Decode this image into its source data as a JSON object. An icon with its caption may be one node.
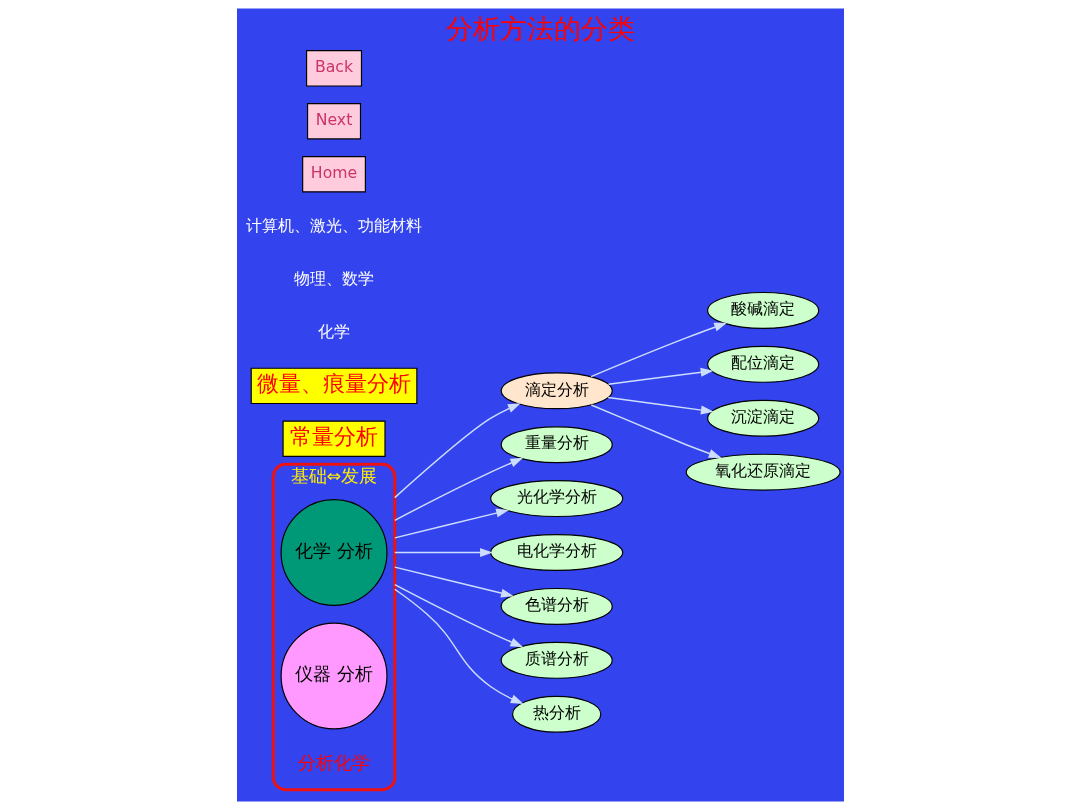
{
  "diagram": {
    "title": "分析方法的分类",
    "nodes": [
      {
        "text": [
          "基础⇔发展",
          "分析化学"
        ]
      },
      {
        "text": [
          "化学 分析"
        ],
        "in": 0
      },
      {
        "text": [
          "仪器 分析"
        ],
        "in": 0
      },
      {
        "text": [
          "滴定分析"
        ]
      },
      {
        "text": [
          "酸碱滴定"
        ]
      },
      {
        "text": [
          "配位滴定"
        ]
      },
      {
        "text": [
          "沉淀滴定"
        ]
      },
      {
        "text": [
          "氧化还原滴定"
        ]
      },
      {
        "text": [
          "重量分析"
        ]
      },
      {
        "text": [
          "光化学分析"
        ]
      },
      {
        "text": [
          "电化学分析"
        ]
      },
      {
        "text": [
          "色谱分析"
        ]
      },
      {
        "text": [
          "质谱分析"
        ]
      },
      {
        "text": [
          "热分析"
        ]
      },
      {
        "text": [
          "常量分析"
        ]
      },
      {
        "text": [
          "微量、痕量分析"
        ]
      }
    ],
    "edges": [
      {
        "from": 0,
        "to": 3,
        "arrow": "to"
      },
      {
        "from": 0,
        "to": 8,
        "arrow": "to"
      },
      {
        "from": 3,
        "to": 4,
        "arrow": "to"
      },
      {
        "from": 3,
        "to": 5,
        "arrow": "to"
      },
      {
        "from": 3,
        "to": 6,
        "arrow": "to"
      },
      {
        "from": 3,
        "to": 7,
        "arrow": "to"
      },
      {
        "from": 0,
        "to": 9,
        "arrow": "to"
      },
      {
        "from": 0,
        "to": 10,
        "arrow": "to"
      },
      {
        "from": 0,
        "to": 11,
        "arrow": "to"
      },
      {
        "from": 0,
        "to": 12,
        "arrow": "to"
      },
      {
        "from": 0,
        "to": 13,
        "arrow": "to"
      }
    ],
    "labels": [
      "化学",
      "物理、数学",
      "计算机、激光、功能材料",
      "Home",
      "Next",
      "Back"
    ]
  }
}
